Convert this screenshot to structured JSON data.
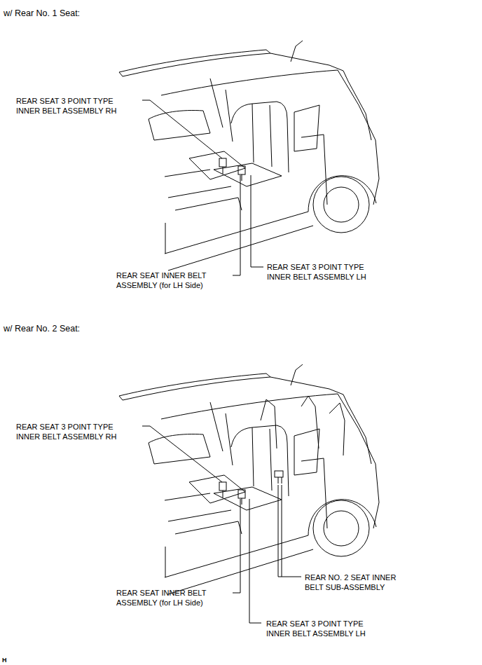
{
  "diagram": {
    "labels": [
      "w/ Rear No. 1 Seat:",
      "REAR SEAT 3 POINT TYPE INNER BELT ASSEMBLY RH",
      "REAR SEAT INNER BELT ASSEMBLY (for LH Side)",
      "REAR SEAT 3 POINT TYPE INNER BELT ASSEMBLY LH",
      "w/ Rear No. 2 Seat:",
      "REAR SEAT 3 POINT TYPE INNER BELT ASSEMBLY RH",
      "REAR NO. 2 SEAT INNER BELT SUB-ASSEMBLY",
      "REAR SEAT INNER BELT ASSEMBLY (for LH Side)",
      "REAR SEAT 3 POINT TYPE INNER BELT ASSEMBLY LH",
      "H"
    ]
  }
}
